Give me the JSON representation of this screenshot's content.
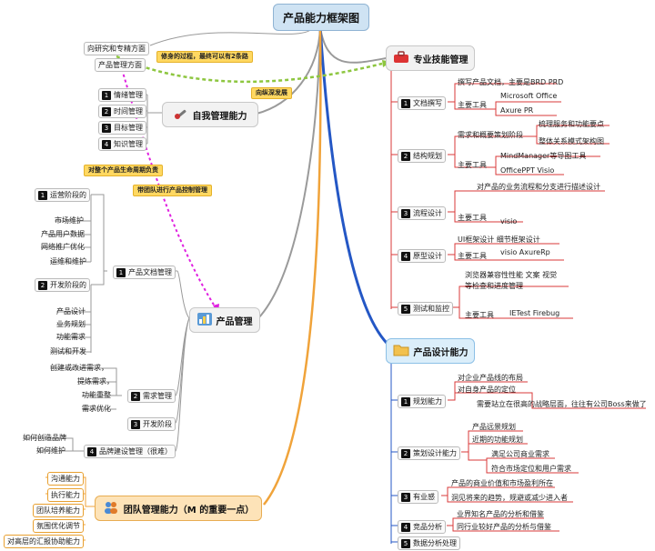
{
  "root": "产品能力框架图",
  "skills": {
    "title": "专业技能管理",
    "doc": {
      "label": "文档撰写",
      "desc": "撰写产品文档，主要是BRD  PRD",
      "tools": "主要工具",
      "tool1": "Microsoft Office",
      "tool2": "Axure PR"
    },
    "struct": {
      "label": "结构规划",
      "req": "需求和概要策划阶段",
      "r1": "梳理服务和功能要点",
      "r2": "整体关系模式架构图",
      "tools": "主要工具",
      "tool1": "MindManager等导图工具",
      "tool2": "OfficePPT  Visio"
    },
    "flow": {
      "label": "流程设计",
      "desc": "对产品的业务流程和分支进行描述设计",
      "tools": "主要工具",
      "tool1": "visio"
    },
    "proto": {
      "label": "原型设计",
      "desc": "UI框架设计  细节框架设计",
      "tools": "主要工具",
      "tool1": "visio    AxureRp"
    },
    "test": {
      "label": "测试和监控",
      "d1": "浏览器兼容性性能  文案 视觉",
      "d2": "等检查和进度管理",
      "tools": "主要工具",
      "tool1": "IETest    Firebug"
    }
  },
  "self": {
    "title": "自我管理能力",
    "items": [
      "情绪管理",
      "时间管理",
      "目标管理",
      "知识管理"
    ],
    "research": "向研究和专精方面",
    "product": "产品管理方面",
    "note1": "修身的过程，最终可以有2条路",
    "note2": "向纵深发展"
  },
  "pm": {
    "title": "产品管理",
    "note1": "对整个产品生命周期负责",
    "note2": "带团队进行产品控制管理",
    "docmgmt": "产品文档管理",
    "ops": "运营阶段的",
    "opsItems": [
      "市场维护",
      "产品用户数据",
      "网络推广优化",
      "运维和维护"
    ],
    "dev": "开发阶段的",
    "devItems": [
      "产品设计",
      "业务规划",
      "功能需求",
      "测试和开发"
    ],
    "reqmgmt": "需求管理",
    "reqItems": [
      "创建或改进需求，",
      "提炼需求，",
      "功能重整",
      "需求优化"
    ],
    "devstage": "开发阶段",
    "brand": "品牌建设管理（很难）",
    "brandItems": [
      "如何创造品牌",
      "如何维护"
    ]
  },
  "design": {
    "title": "产品设计能力",
    "plan": {
      "label": "规划能力",
      "i1": "对企业产品线的布局",
      "i2": "对自身产品的定位",
      "i3": "需要站立在很高的战略层面，往往有公司Boss来做了"
    },
    "strategy": {
      "label": "策划设计能力",
      "i1": "产品远景规划",
      "i2": "近期的功能规划",
      "i3": "满足公司商业需求",
      "i4": "符合市场定位和用户需求"
    },
    "vision": {
      "label": "有业感",
      "i1": "产品的商业价值和市场盈利所在",
      "i2": "洞见将来的趋势，规避或减少进入者"
    },
    "compete": {
      "label": "竞品分析",
      "i1": "业界知名产品的分析和借鉴",
      "i2": "同行业较好产品的分析与借鉴"
    },
    "data": {
      "label": "数据分析处理"
    }
  },
  "team": {
    "title": "团队管理能力（M 的重要一点）",
    "items": [
      "沟通能力",
      "执行能力",
      "团队培养能力",
      "氛围优化调节",
      "对高层的汇报协助能力"
    ]
  },
  "colors": {
    "blue": "#2457c5",
    "green": "#8dc63f",
    "gray": "#9a9a9a",
    "orange": "#f0a33a",
    "red": "#d83a3a",
    "magenta": "#e020e0"
  }
}
